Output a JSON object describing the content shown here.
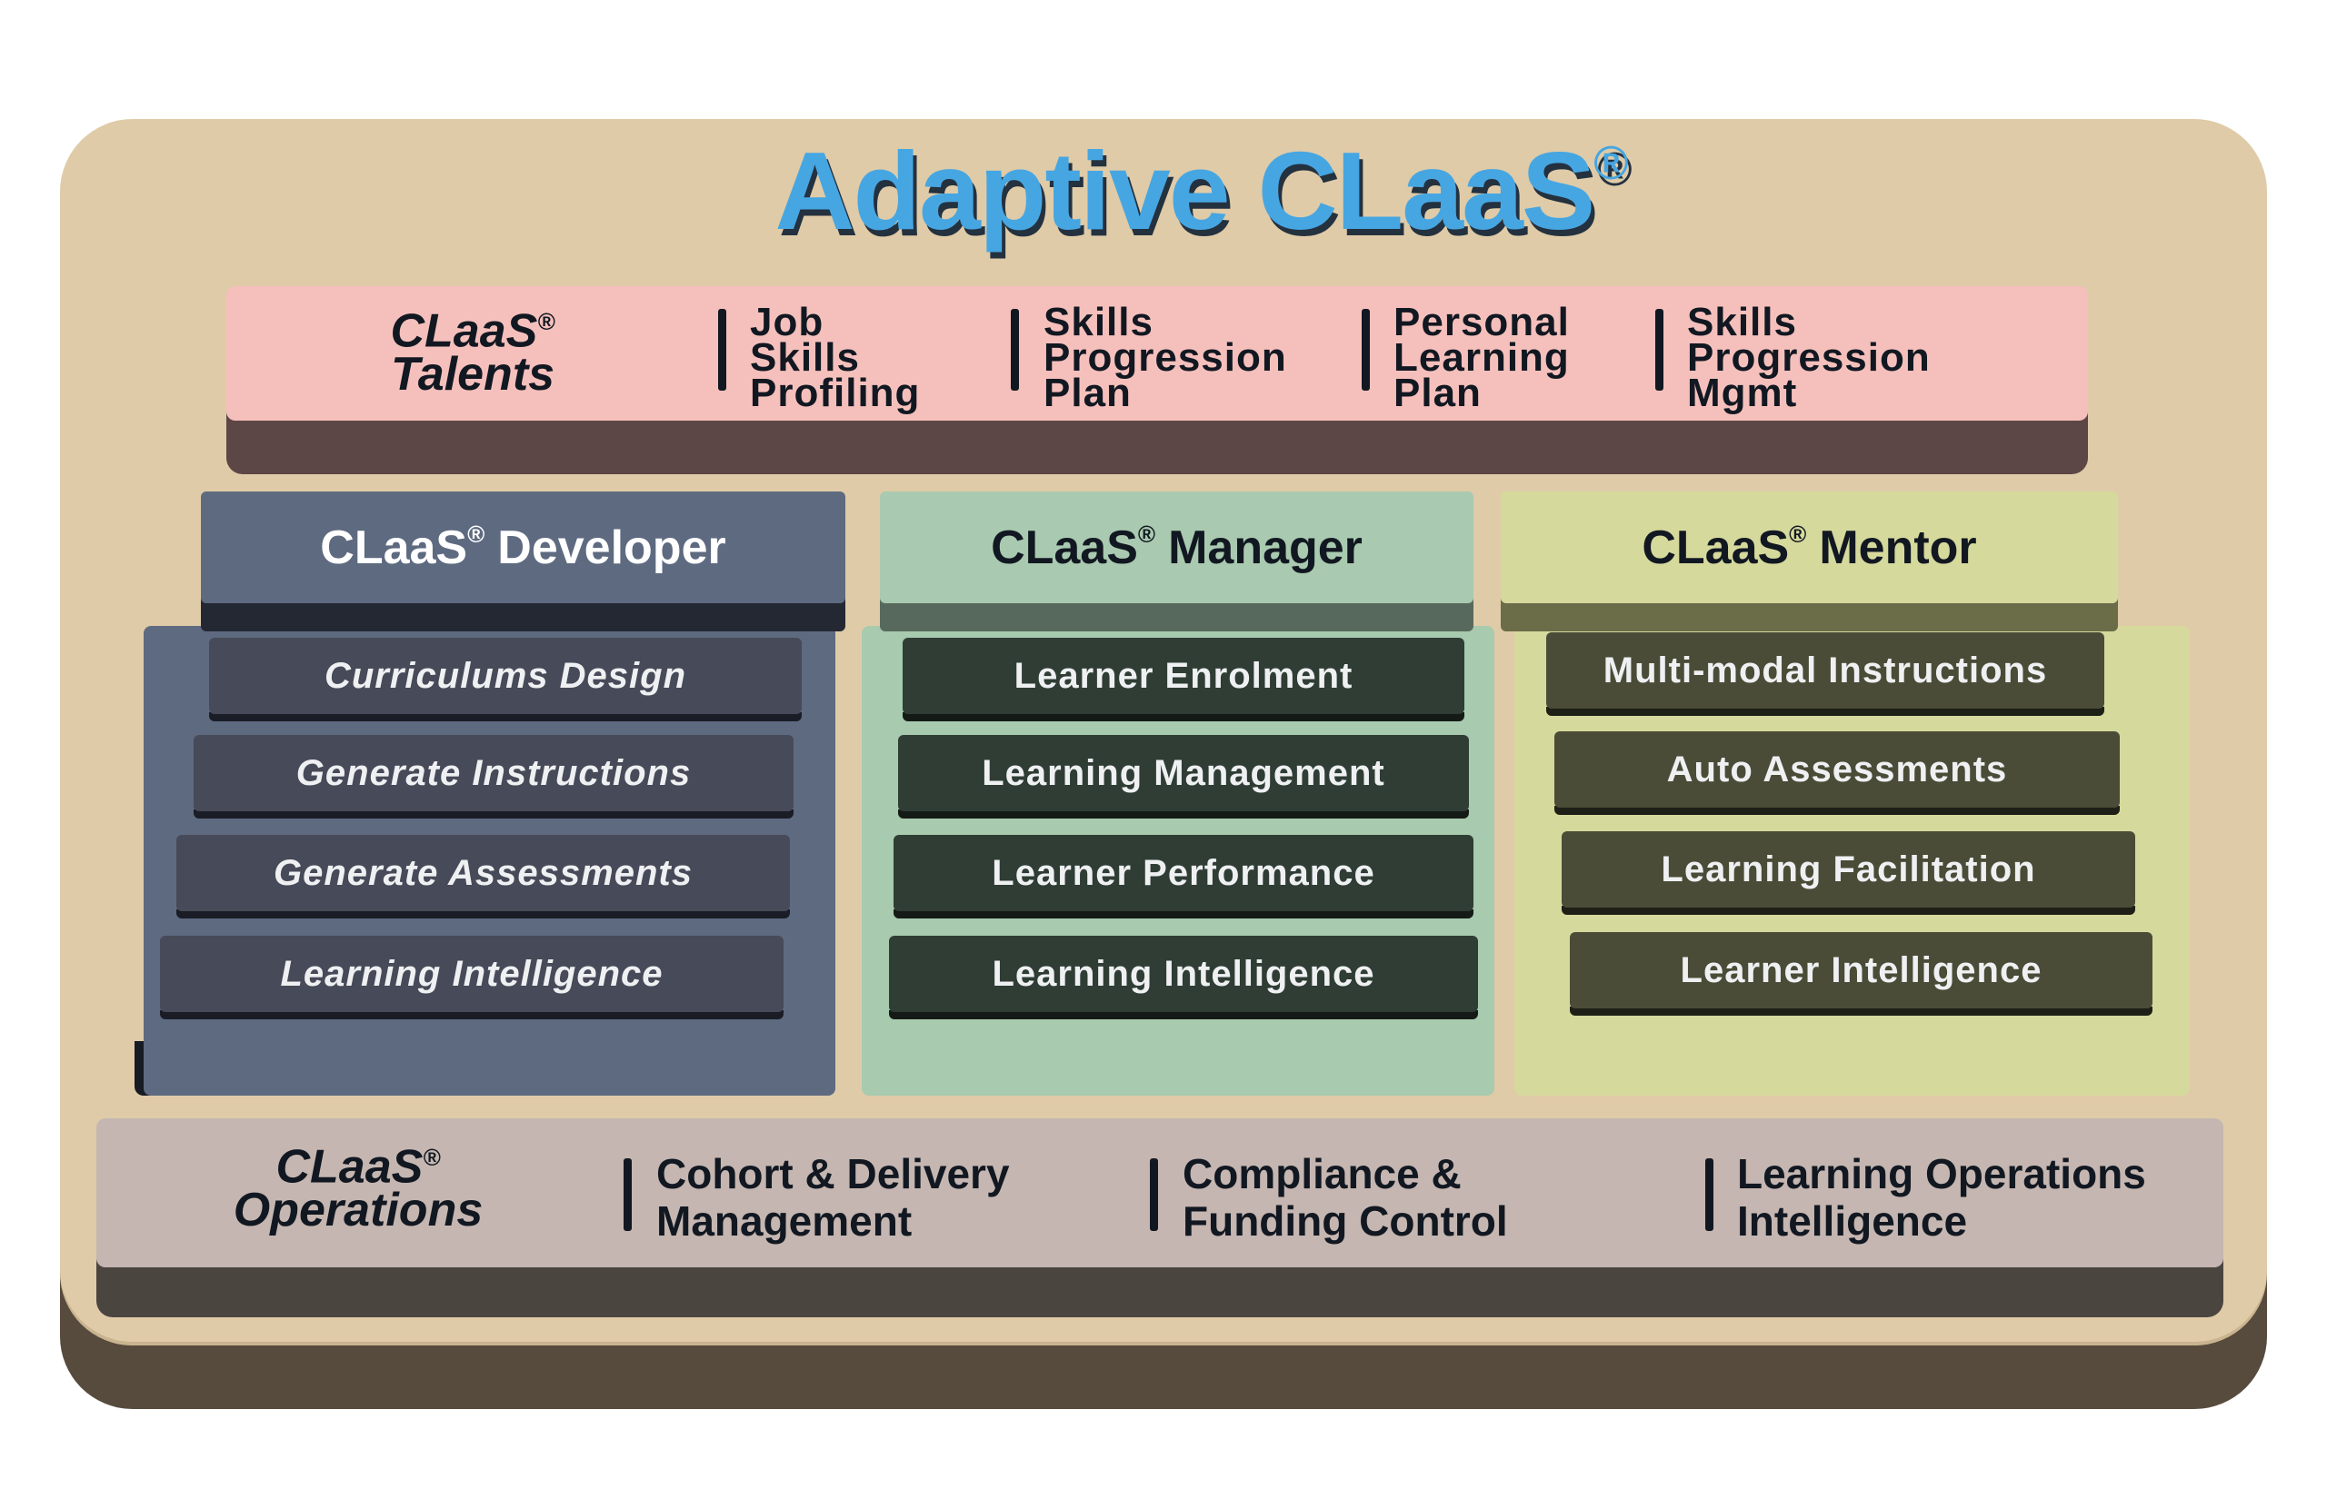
{
  "title": {
    "text": "Adaptive CLaaS",
    "mark": "®"
  },
  "talents": {
    "name_line1": "CLaaS",
    "mark": "®",
    "name_line2": "Talents",
    "items": [
      "Job\nSkills\nProfiling",
      "Skills\nProgression\nPlan",
      "Personal\nLearning\nPlan",
      "Skills\nProgression\nMgmt"
    ]
  },
  "developer": {
    "title_prefix": "CLaaS",
    "mark": "®",
    "title_suffix": "Developer",
    "items": [
      "Curriculums Design",
      "Generate Instructions",
      "Generate Assessments",
      "Learning Intelligence"
    ]
  },
  "manager": {
    "title_prefix": "CLaaS",
    "mark": "®",
    "title_suffix": "Manager",
    "items": [
      "Learner Enrolment",
      "Learning Management",
      "Learner Performance",
      "Learning Intelligence"
    ]
  },
  "mentor": {
    "title_prefix": "CLaaS",
    "mark": "®",
    "title_suffix": "Mentor",
    "items": [
      "Multi-modal Instructions",
      "Auto Assessments",
      "Learning Facilitation",
      "Learner Intelligence"
    ]
  },
  "operations": {
    "name_line1": "CLaaS",
    "mark": "®",
    "name_line2": "Operations",
    "items": [
      "Cohort & Delivery\nManagement",
      "Compliance &\nFunding Control",
      "Learning Operations\nIntelligence"
    ]
  },
  "colors": {
    "title": "#46a6e2",
    "board": "#dfcba8",
    "talents": "#f5c0bc",
    "developer": "#5e6a80",
    "manager": "#a8caae",
    "mentor": "#d6d99c",
    "operations": "#c5b6b1"
  }
}
